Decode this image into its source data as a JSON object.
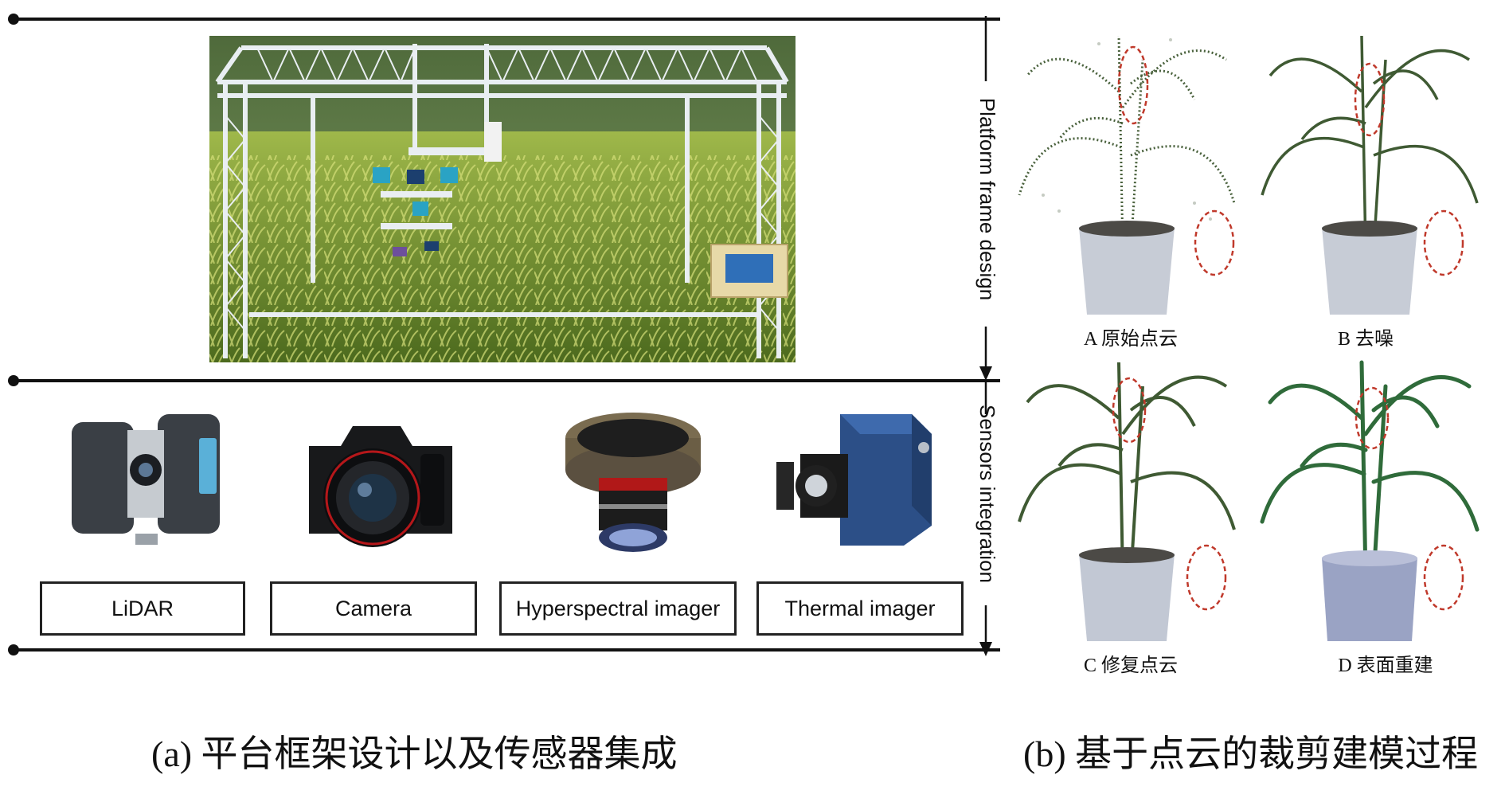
{
  "left_panel": {
    "vertical_labels": {
      "platform": "Platform frame design",
      "sensors": "Sensors integration"
    },
    "sensors": [
      {
        "id": "lidar",
        "label": "LiDAR"
      },
      {
        "id": "camera",
        "label": "Camera"
      },
      {
        "id": "hyperspectral",
        "label": "Hyperspectral imager"
      },
      {
        "id": "thermal",
        "label": "Thermal imager"
      }
    ],
    "caption": "(a) 平台框架设计以及传感器集成"
  },
  "right_panel": {
    "plants": [
      {
        "id": "A",
        "label": "A 原始点云"
      },
      {
        "id": "B",
        "label": "B 去噪"
      },
      {
        "id": "C",
        "label": "C 修复点云"
      },
      {
        "id": "D",
        "label": "D 表面重建"
      }
    ],
    "caption": "(b) 基于点云的裁剪建模过程"
  },
  "colors": {
    "line": "#111111",
    "highlight_circle": "#c0392b",
    "frame": "#e8ecf0",
    "crop": "#7a9a30",
    "sky": "#6f8a5a"
  }
}
